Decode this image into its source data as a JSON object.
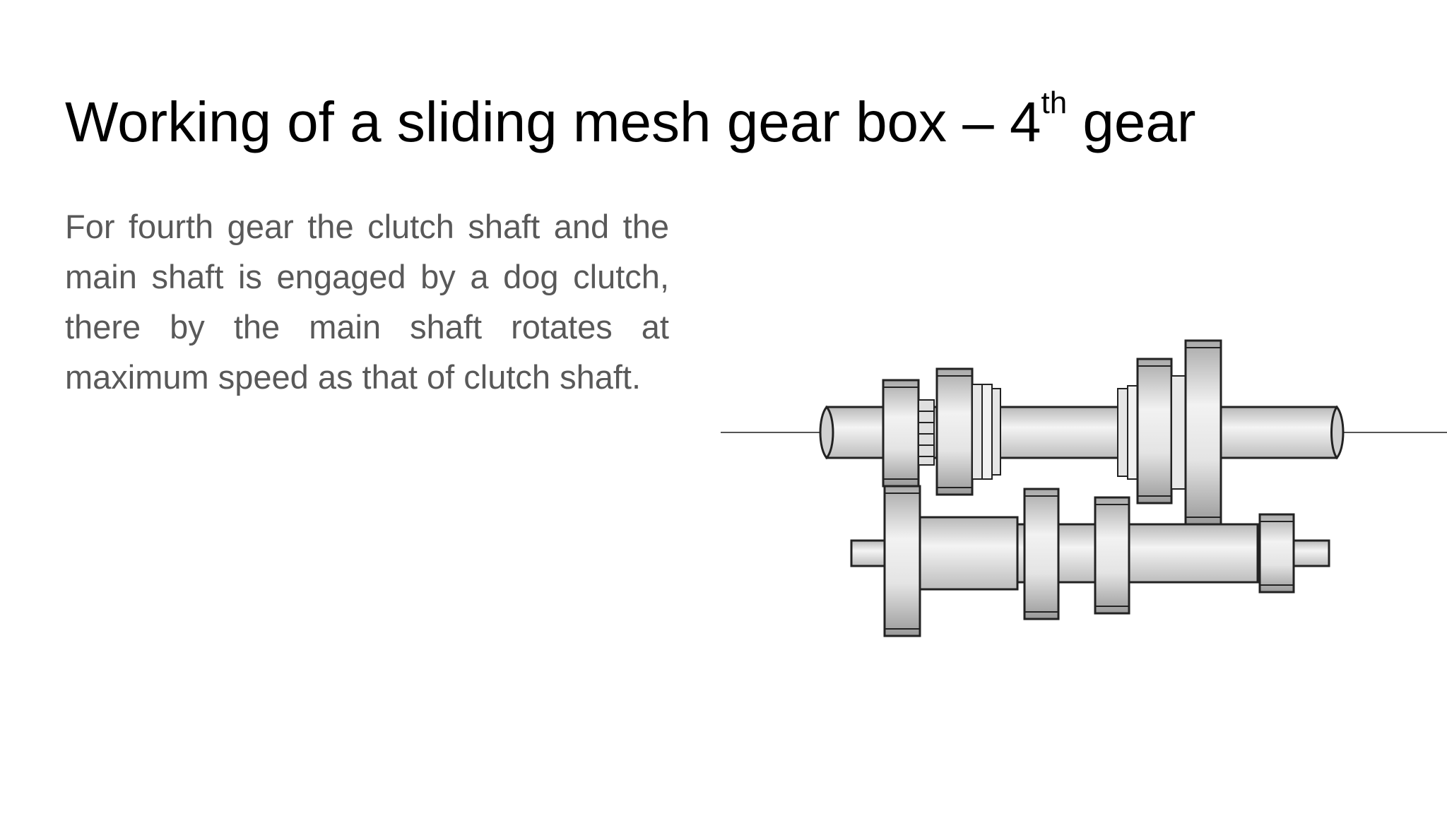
{
  "slide": {
    "title_main": "Working of a sliding mesh gear box – 4",
    "title_sup": "th",
    "title_tail": " gear",
    "body": "For fourth gear the clutch shaft and the main shaft is engaged by a dog clutch, there by the main shaft rotates at maximum speed as that of clutch shaft."
  },
  "colors": {
    "title": "#000000",
    "body": "#595959",
    "gear_fill": "#c8c8c8",
    "outline": "#222222"
  }
}
